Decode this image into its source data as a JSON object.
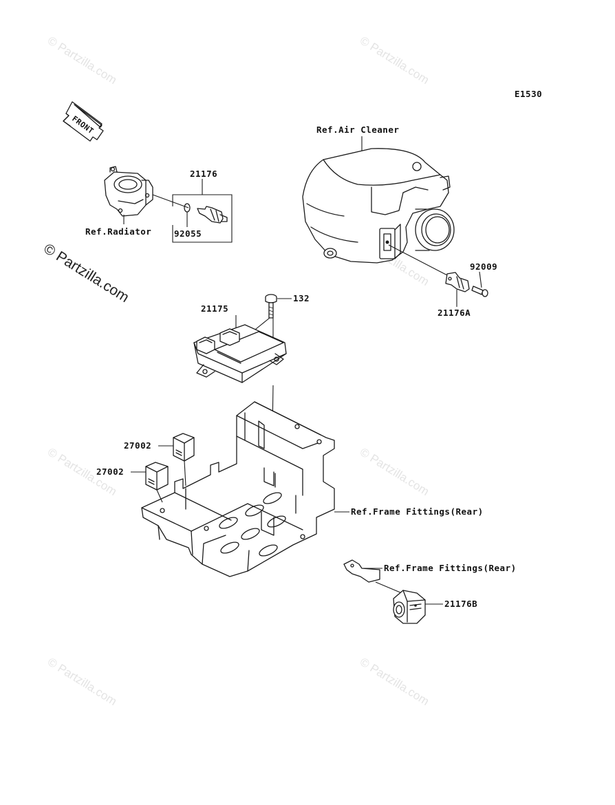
{
  "diagram_id": "E1530",
  "front_label": "FRONT",
  "watermark": {
    "tiled": "© Partzilla.com",
    "side": "© Partzilla.com"
  },
  "labels": {
    "air_cleaner": "Ref.Air Cleaner",
    "radiator": "Ref.Radiator",
    "frame_fittings_1": "Ref.Frame Fittings(Rear)",
    "frame_fittings_2": "Ref.Frame Fittings(Rear)"
  },
  "parts": {
    "p21176": "21176",
    "p92055": "92055",
    "p92009": "92009",
    "p21176A": "21176A",
    "p132": "132",
    "p21175": "21175",
    "p27002a": "27002",
    "p27002b": "27002",
    "p21176B": "21176B"
  }
}
